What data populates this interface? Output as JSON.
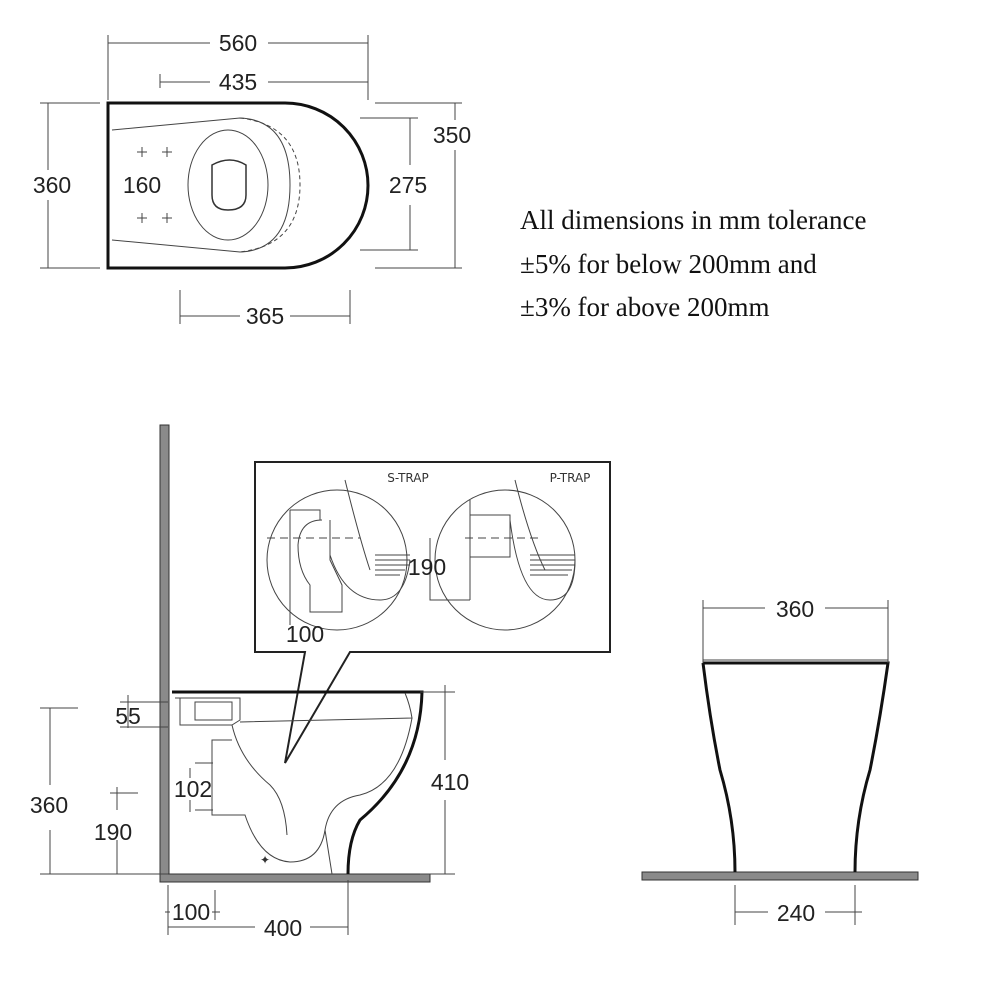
{
  "top_view": {
    "dims": {
      "overall_length": "560",
      "length_435": "435",
      "width": "360",
      "fixing_spacing": "160",
      "width_350": "350",
      "width_275": "275",
      "length_365": "365"
    }
  },
  "note": {
    "lines": [
      "All dimensions in mm tolerance",
      "±5% for below 200mm and",
      "±3% for above 200mm"
    ]
  },
  "inset": {
    "s_trap_label": "S-TRAP",
    "p_trap_label": "P-TRAP",
    "dims": {
      "p_trap_height": "190",
      "s_trap_offset": "100"
    }
  },
  "side_view": {
    "dims": {
      "inlet_55": "55",
      "outlet_102": "102",
      "height_360": "360",
      "outlet_height_190": "190",
      "height_410": "410",
      "wall_offset_100": "100",
      "depth_400": "400"
    }
  },
  "front_view": {
    "dims": {
      "top_width": "360",
      "base_width": "240"
    }
  },
  "colors": {
    "wall": "#8a8a8a",
    "lines": "#111111"
  }
}
